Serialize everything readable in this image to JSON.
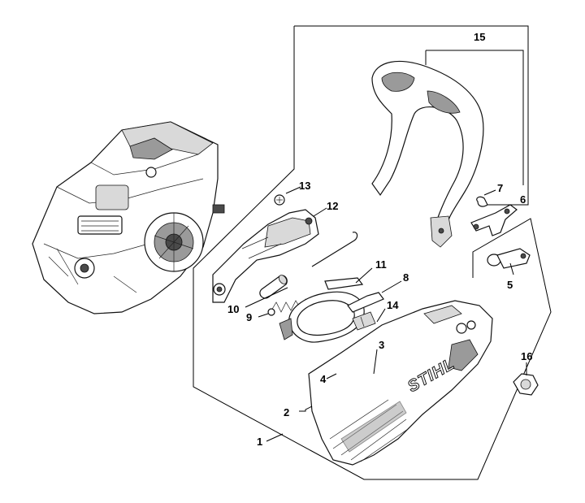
{
  "callouts": {
    "c1": "1",
    "c2": "2",
    "c3": "3",
    "c4": "4",
    "c5": "5",
    "c6": "6",
    "c7": "7",
    "c8": "8",
    "c9": "9",
    "c10": "10",
    "c11": "11",
    "c12": "12",
    "c13": "13",
    "c14": "14",
    "c15": "15",
    "c16": "16"
  },
  "brand_mark": "STIHL",
  "colors": {
    "line": "#000000",
    "background": "#ffffff",
    "shade": "#9a9a9a"
  }
}
